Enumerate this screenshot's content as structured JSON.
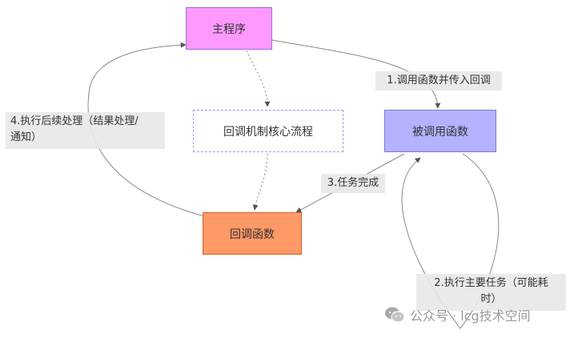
{
  "nodes": {
    "main_program": "主程序",
    "called_function": "被调用函数",
    "callback_function": "回调函数",
    "core_flow": "回调机制核心流程"
  },
  "edges": {
    "call_pass_callback": "1.调用函数并传入回调",
    "execute_main_task_line1": "2.执行主要任务（可能耗",
    "execute_main_task_line2": "时）",
    "task_complete": "3.任务完成",
    "followup_line1": "4.执行后续处理（结果处理/",
    "followup_line2": "通知）"
  },
  "watermark": {
    "text": "公众号 · lcg技术空间",
    "icon": "wechat-icon"
  },
  "colors": {
    "main_program_fill": "#ff99ff",
    "called_function_fill": "#b3b3ff",
    "callback_function_fill": "#ff9966",
    "core_flow_border": "#a09ee0",
    "edge_stroke": "#888888",
    "label_bg": "#e8e8e8"
  }
}
